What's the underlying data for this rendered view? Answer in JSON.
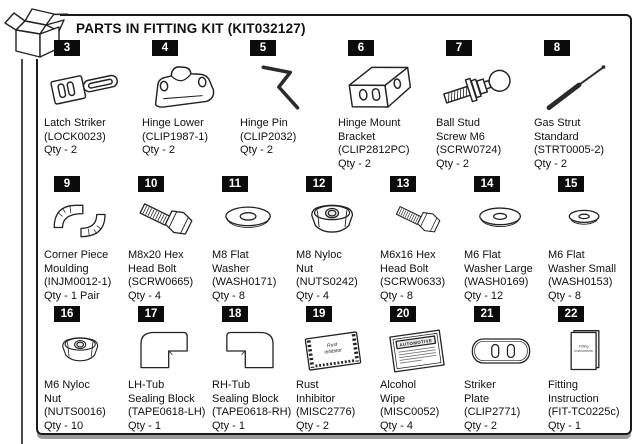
{
  "header": {
    "title": "PARTS IN FITTING KIT (KIT032127)"
  },
  "colors": {
    "frame_border": "#1a1a1a",
    "badge_background": "#0b0b0b",
    "badge_text": "#ffffff",
    "line_art": "#232323",
    "bottom_shadow": "#9a9a9a"
  },
  "rows": [
    {
      "items": [
        {
          "number": "3",
          "name": "Latch Striker",
          "part": "(LOCK0023)",
          "qty": "Qty - 2",
          "icon": "latch-striker-icon"
        },
        {
          "number": "4",
          "name": "Hinge Lower",
          "part": "(CLIP1987-1)",
          "qty": "Qty - 2",
          "icon": "hinge-lower-icon"
        },
        {
          "number": "5",
          "name": "Hinge Pin",
          "part": "(CLIP2032)",
          "qty": "Qty - 2",
          "icon": "hinge-pin-icon"
        },
        {
          "number": "6",
          "name": "Hinge Mount\nBracket",
          "part": "(CLIP2812PC)",
          "qty": "Qty - 2",
          "icon": "hinge-mount-bracket-icon"
        },
        {
          "number": "7",
          "name": "Ball Stud\nScrew M6",
          "part": "(SCRW0724)",
          "qty": "Qty - 2",
          "icon": "ball-stud-screw-icon"
        },
        {
          "number": "8",
          "name": "Gas Strut\nStandard",
          "part": "(STRT0005-2)",
          "qty": "Qty - 2",
          "icon": "gas-strut-icon"
        }
      ]
    },
    {
      "items": [
        {
          "number": "9",
          "name": "Corner Piece\nMoulding",
          "part": "(INJM0012-1)",
          "qty": "Qty - 1 Pair",
          "icon": "corner-piece-moulding-icon"
        },
        {
          "number": "10",
          "name": "M8x20 Hex\nHead Bolt",
          "part": "(SCRW0665)",
          "qty": "Qty - 4",
          "icon": "m8-hex-bolt-icon"
        },
        {
          "number": "11",
          "name": "M8 Flat\nWasher",
          "part": "(WASH0171)",
          "qty": "Qty - 8",
          "icon": "m8-flat-washer-icon"
        },
        {
          "number": "12",
          "name": "M8 Nyloc\nNut",
          "part": "(NUTS0242)",
          "qty": "Qty - 4",
          "icon": "m8-nyloc-nut-icon"
        },
        {
          "number": "13",
          "name": "M6x16 Hex\nHead Bolt",
          "part": "(SCRW0633)",
          "qty": "Qty - 8",
          "icon": "m6-hex-bolt-icon"
        },
        {
          "number": "14",
          "name": "M6 Flat\nWasher Large",
          "part": "(WASH0169)",
          "qty": "Qty - 12",
          "icon": "m6-flat-washer-large-icon"
        },
        {
          "number": "15",
          "name": "M6 Flat\nWasher Small",
          "part": "(WASH0153)",
          "qty": "Qty - 8",
          "icon": "m6-flat-washer-small-icon"
        }
      ]
    },
    {
      "items": [
        {
          "number": "16",
          "name": "M6 Nyloc\nNut",
          "part": "(NUTS0016)",
          "qty": "Qty - 10",
          "icon": "m6-nyloc-nut-icon"
        },
        {
          "number": "17",
          "name": "LH-Tub\nSealing Block",
          "part": "(TAPE0618-LH)",
          "qty": "Qty - 1",
          "icon": "lh-sealing-block-icon"
        },
        {
          "number": "18",
          "name": "RH-Tub\nSealing Block",
          "part": "(TAPE0618-RH)",
          "qty": "Qty - 1",
          "icon": "rh-sealing-block-icon"
        },
        {
          "number": "19",
          "name": "Rust\nInhibitor",
          "part": "(MISC2776)",
          "qty": "Qty - 2",
          "icon": "rust-inhibitor-packet-icon",
          "icon_label": "Rust\nInhibitor"
        },
        {
          "number": "20",
          "name": "Alcohol\nWipe",
          "part": "(MISC0052)",
          "qty": "Qty - 4",
          "icon": "alcohol-wipe-packet-icon",
          "icon_label": "AUTOMOTIVE"
        },
        {
          "number": "21",
          "name": "Striker\nPlate",
          "part": "(CLIP2771)",
          "qty": "Qty - 2",
          "icon": "striker-plate-icon"
        },
        {
          "number": "22",
          "name": "Fitting\nInstruction",
          "part": "(FIT-TC0225c)",
          "qty": "Qty - 1",
          "icon": "fitting-instruction-booklet-icon",
          "icon_label": "Fitting\nInstructions"
        }
      ]
    }
  ]
}
